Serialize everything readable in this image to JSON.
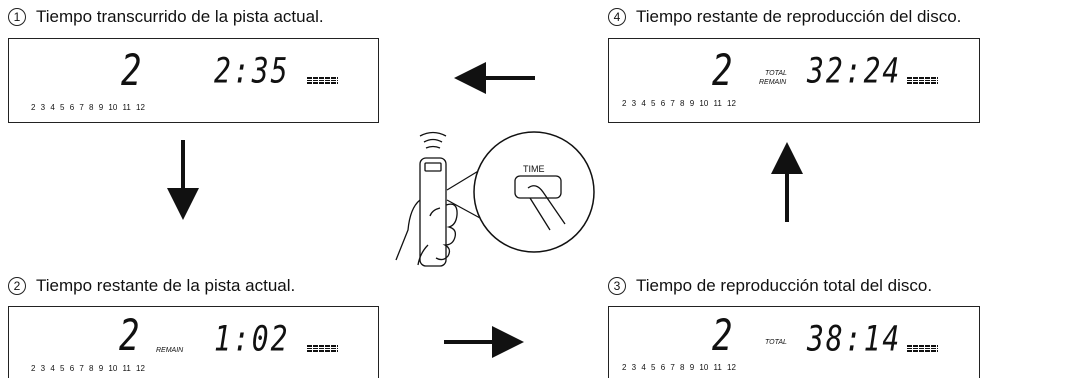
{
  "steps": [
    {
      "num": "1",
      "caption": "Tiempo transcurrido de la pista actual.",
      "track": "2",
      "label": "",
      "time": "2:35",
      "tracks": "2 3 4 5 6 7 8 9 10 11 12"
    },
    {
      "num": "2",
      "caption": "Tiempo restante de la pista actual.",
      "track": "2",
      "label": "REMAIN",
      "time": "1:02",
      "tracks": "2 3 4 5 6 7 8 9 10 11 12"
    },
    {
      "num": "3",
      "caption": "Tiempo de reproducción total del disco.",
      "track": "2",
      "label": "TOTAL",
      "time": "38:14",
      "tracks": "2 3 4 5 6 7 8 9 10 11 12"
    },
    {
      "num": "4",
      "caption": "Tiempo restante de reproducción del disco.",
      "track": "2",
      "label_top": "TOTAL",
      "label_bottom": "REMAIN",
      "time": "32:24",
      "tracks": "2 3 4 5 6 7 8 9 10 11 12"
    }
  ],
  "remote": {
    "button_label": "TIME"
  }
}
